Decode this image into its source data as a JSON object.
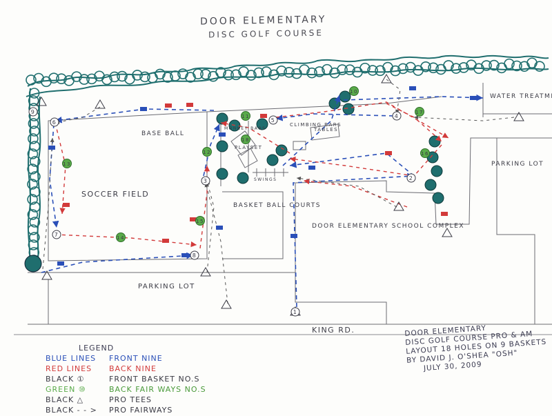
{
  "title": {
    "line1": "DOOR ELEMENTARY",
    "line2": "DISC GOLF COURSE"
  },
  "colors": {
    "front_nine": "#2a4fb8",
    "back_nine": "#d23a3a",
    "green_basket": "#5aab4a",
    "trees": "#1f6e6e",
    "pencil": "#3a3a44"
  },
  "areas": {
    "baseball": "BASE BALL",
    "soccer": "SOCCER FIELD",
    "basketball": "BASKET BALL COURTS",
    "school": "DOOR ELEMENTARY SCHOOL COMPLEX",
    "parking_left": "PARKING LOT",
    "parking_right": "PARKING LOT",
    "water": "WATER TREATMENT BLDG",
    "playset": "PLAYSET",
    "climbing": "CLIMBING BARS",
    "tables": "TABLES",
    "swings": "SWINGS",
    "monkey": "MONKEY BARS",
    "road": "KING RD."
  },
  "front_baskets": [
    "1",
    "2",
    "3",
    "4",
    "5",
    "6",
    "7",
    "8",
    "9"
  ],
  "back_baskets": [
    "10",
    "11",
    "12",
    "13",
    "14",
    "15",
    "16",
    "17",
    "18"
  ],
  "legend": {
    "heading": "LEGEND",
    "rows": [
      {
        "key": "BLUE LINES",
        "value": "FRONT NINE",
        "color": "#2a4fb8",
        "valueColor": "#2a4fb8"
      },
      {
        "key": "RED LINES",
        "value": "BACK NINE",
        "color": "#d23a3a",
        "valueColor": "#d23a3a"
      },
      {
        "key": "BLACK ①",
        "value": "FRONT BASKET NO.S",
        "color": "#3a3a44",
        "valueColor": "#3a3a44"
      },
      {
        "key": "GREEN ⑩",
        "value": "BACK FAIR WAYS NO.S",
        "color": "#5aab4a",
        "valueColor": "#4a9a3a"
      },
      {
        "key": "BLACK △",
        "value": "PRO TEES",
        "color": "#3a3a44",
        "valueColor": "#3a3a44"
      },
      {
        "key": "BLACK - - >",
        "value": "PRO FAIRWAYS",
        "color": "#3a3a44",
        "valueColor": "#3a3a44"
      }
    ]
  },
  "credit": {
    "line1": "DOOR ELEMENTARY",
    "line2": "DISC GOLF COURSE PRO & AM",
    "line3": "LAYOUT 18 HOLES ON 9 BASKETS",
    "line4": "BY DAVID J. O'SHEA \"OSH\"",
    "line5": "JULY 30, 2009"
  }
}
